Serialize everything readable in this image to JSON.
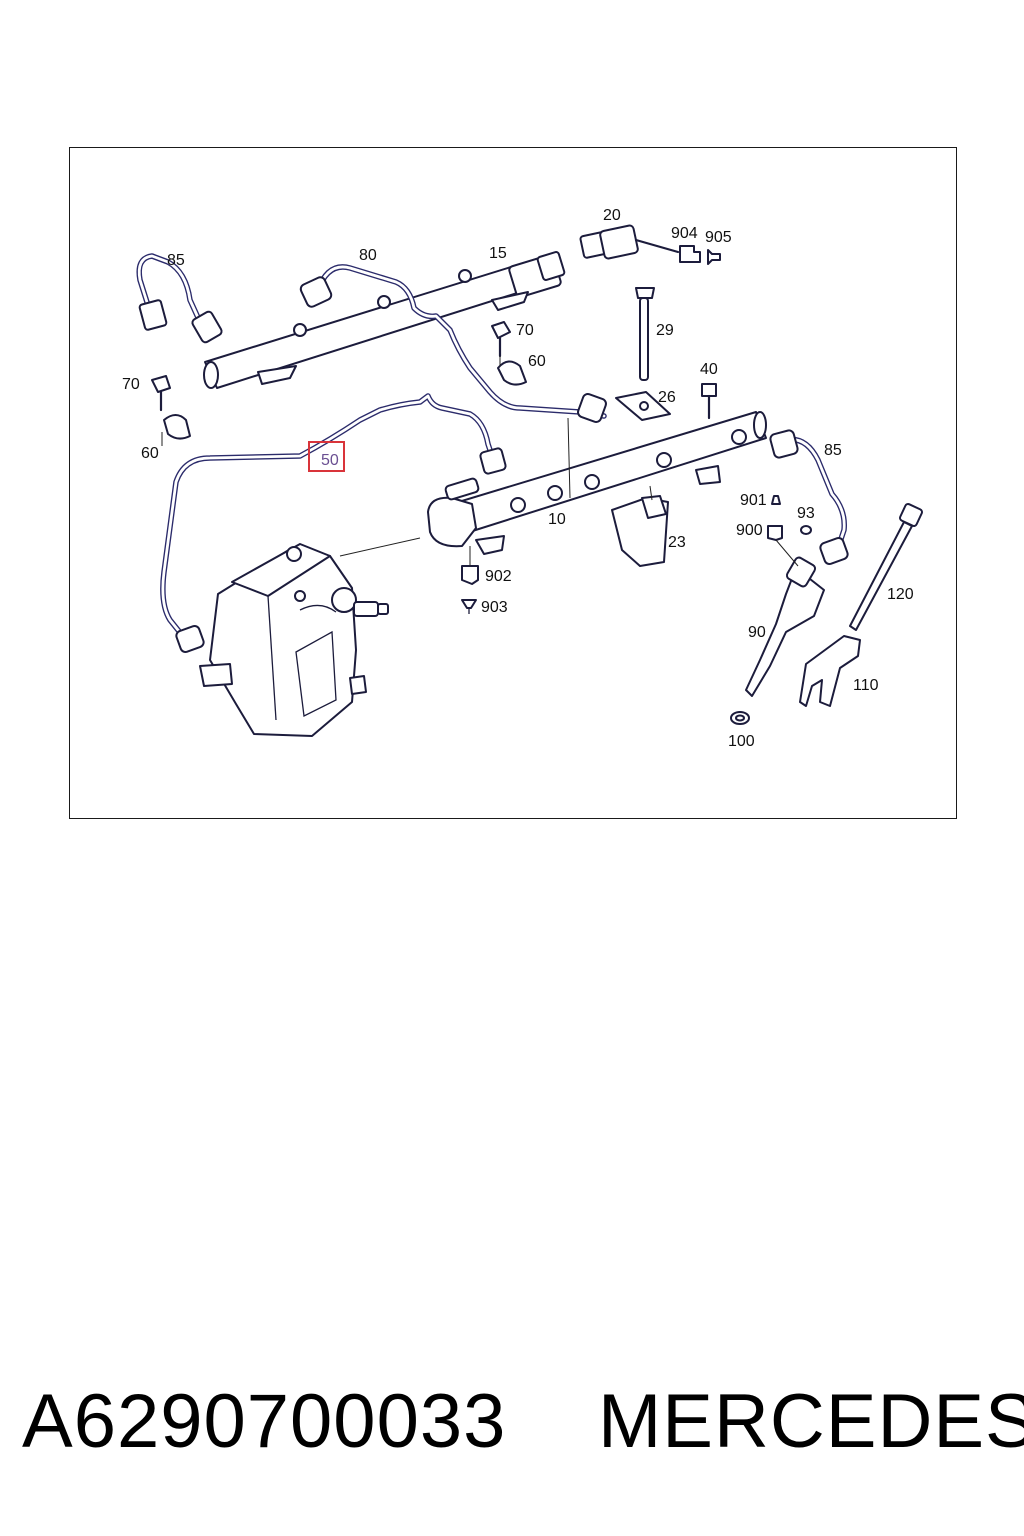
{
  "diagram": {
    "callouts": {
      "c20": "20",
      "c904": "904",
      "c905": "905",
      "c85a": "85",
      "c80": "80",
      "c15": "15",
      "c70a": "70",
      "c60a": "60",
      "c29": "29",
      "c70b": "70",
      "c40": "40",
      "c26": "26",
      "c60b": "60",
      "c50": "50",
      "c85b": "85",
      "c901": "901",
      "c93": "93",
      "c900": "900",
      "c10": "10",
      "c23": "23",
      "c902": "902",
      "c903": "903",
      "c120": "120",
      "c90": "90",
      "c110": "110",
      "c100": "100"
    },
    "highlighted_callout": "50",
    "highlight_color": "#d9343a"
  },
  "caption": {
    "part_number": "A6290700033",
    "brand": "MERCEDES"
  }
}
